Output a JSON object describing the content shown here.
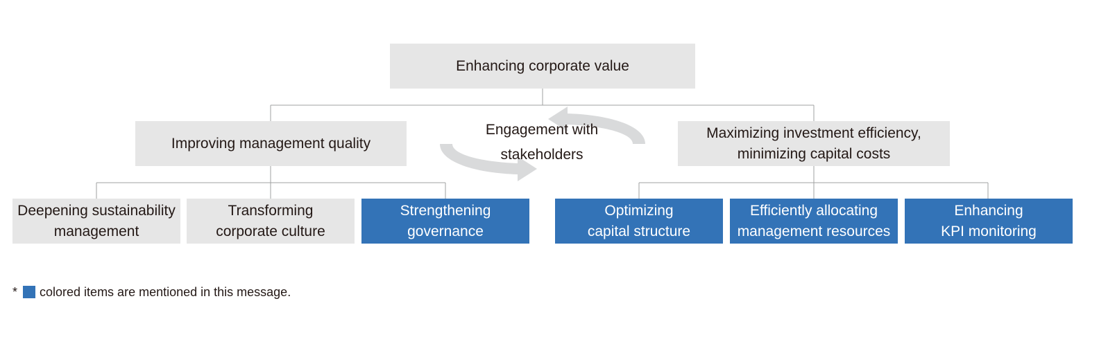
{
  "colors": {
    "box_gray": "#e6e6e6",
    "box_blue": "#3373b7",
    "line": "#9fa0a0",
    "cycle_arrow": "#d9dadb"
  },
  "top": {
    "label": "Enhancing corporate value"
  },
  "level2": {
    "left": {
      "label": "Improving management quality"
    },
    "right": {
      "line1": "Maximizing investment efficiency,",
      "line2": "minimizing capital costs"
    }
  },
  "cycle": {
    "line1": "Engagement with",
    "line2": "stakeholders"
  },
  "items": [
    {
      "line1": "Deepening sustainability",
      "line2": "management",
      "highlighted": false
    },
    {
      "line1": "Transforming",
      "line2": "corporate culture",
      "highlighted": false
    },
    {
      "line1": "Strengthening",
      "line2": "governance",
      "highlighted": true
    },
    {
      "line1": "Optimizing",
      "line2": "capital structure",
      "highlighted": true
    },
    {
      "line1": "Efficiently allocating",
      "line2": "management resources",
      "highlighted": true
    },
    {
      "line1": "Enhancing",
      "line2": "KPI monitoring",
      "highlighted": true
    }
  ],
  "note": {
    "asterisk": "*",
    "text": "colored items are mentioned in this message."
  }
}
